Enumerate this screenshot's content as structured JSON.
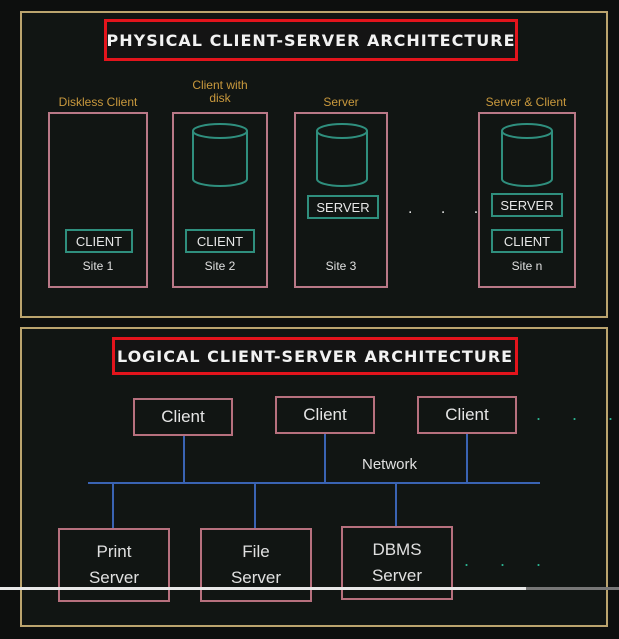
{
  "physical": {
    "title": "PHYSICAL CLIENT-SERVER ARCHITECTURE",
    "sites": [
      {
        "label": "Diskless Client",
        "name": "Site 1",
        "tags": [
          "CLIENT"
        ],
        "has_disk": false
      },
      {
        "label": "Client with disk",
        "name": "Site 2",
        "tags": [
          "CLIENT"
        ],
        "has_disk": true
      },
      {
        "label": "Server",
        "name": "Site 3",
        "tags": [
          "SERVER"
        ],
        "has_disk": true
      },
      {
        "label": "Server & Client",
        "name": "Site n",
        "tags": [
          "SERVER",
          "CLIENT"
        ],
        "has_disk": true
      }
    ],
    "ellipsis": ". . ."
  },
  "logical": {
    "title": "LOGICAL CLIENT-SERVER ARCHITECTURE",
    "clients": [
      "Client",
      "Client",
      "Client"
    ],
    "network_label": "Network",
    "servers": [
      {
        "line1": "Print",
        "line2": "Server"
      },
      {
        "line1": "File",
        "line2": "Server"
      },
      {
        "line1": "DBMS",
        "line2": "Server"
      }
    ],
    "ellipsis": ". . ."
  },
  "colors": {
    "panel_border": "#bba46e",
    "title_border": "#e3141c",
    "site_label": "#c9993d",
    "site_border": "#b97887",
    "tag_border": "#2f8f7e",
    "disk_color": "#2f8f7e",
    "network_line": "#3a63b3"
  },
  "video_progress": 0.85
}
